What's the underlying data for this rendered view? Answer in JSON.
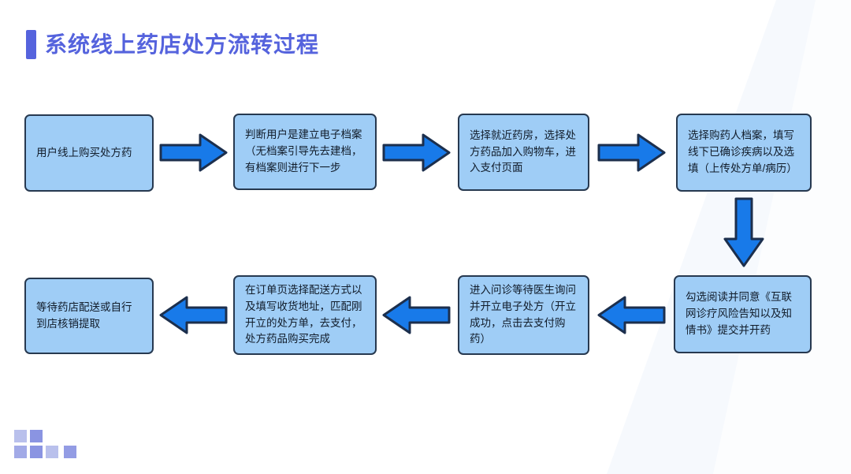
{
  "page": {
    "title": "系统线上药店处方流转过程",
    "background_color": "#ffffff"
  },
  "colors": {
    "title_accent": "#5563dd",
    "box_fill": "#9fcdf6",
    "box_border": "#273950",
    "arrow_fill": "#187ae9",
    "arrow_border": "#1c2f4d",
    "deco_square_light": "#b9c0ec",
    "deco_square_dark": "#8a94e2",
    "deco_square_medium": "#a2aae7"
  },
  "flow": {
    "steps": [
      {
        "step": 1,
        "label": "用户线上购买处方药",
        "position": "row-1-col-1"
      },
      {
        "step": 2,
        "label": "判断用户是建立电子档案（无档案引导先去建档，有档案则进行下一步",
        "position": "row-1-col-2"
      },
      {
        "step": 3,
        "label": "选择就近药房，选择处方药品加入购物车，进入支付页面",
        "position": "row-1-col-3"
      },
      {
        "step": 4,
        "label": "选择购药人档案，填写线下已确诊疾病以及选填（上传处方单/病历）",
        "position": "row-1-col-4"
      },
      {
        "step": 5,
        "label": "勾选阅读并同意《互联网诊疗风险告知以及知情书》提交并开药",
        "position": "row-2-col-4"
      },
      {
        "step": 6,
        "label": "进入问诊等待医生询问并开立电子处方（开立成功，点击去支付购药）",
        "position": "row-2-col-3"
      },
      {
        "step": 7,
        "label": "在订单页选择配送方式以及填写收货地址，匹配刚开立的处方单，去支付，处方药品购买完成",
        "position": "row-2-col-2"
      },
      {
        "step": 8,
        "label": "等待药店配送或自行到店核销提取",
        "position": "row-2-col-1"
      }
    ],
    "connectors": [
      {
        "from": 1,
        "to": 2,
        "direction": "right"
      },
      {
        "from": 2,
        "to": 3,
        "direction": "right"
      },
      {
        "from": 3,
        "to": 4,
        "direction": "right"
      },
      {
        "from": 4,
        "to": 5,
        "direction": "down"
      },
      {
        "from": 5,
        "to": 6,
        "direction": "left"
      },
      {
        "from": 6,
        "to": 7,
        "direction": "left"
      },
      {
        "from": 7,
        "to": 8,
        "direction": "left"
      }
    ]
  },
  "decoration": {
    "corner_squares_count": 6,
    "corner_squares_rows": [
      2,
      4
    ]
  }
}
